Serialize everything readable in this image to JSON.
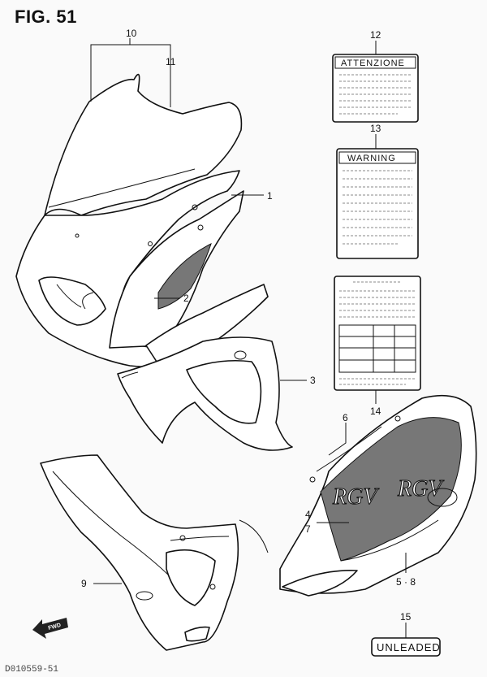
{
  "figure": {
    "title": "FIG. 51",
    "footer_code": "D010559-51"
  },
  "callouts": {
    "c1": "1",
    "c2": "2",
    "c3": "3",
    "c4": "4",
    "c7": "7",
    "c6": "6",
    "c58": "5 · 8",
    "c9": "9",
    "c10": "10",
    "c11": "11",
    "c12": "12",
    "c13": "13",
    "c14": "14",
    "c15": "15"
  },
  "labels": {
    "attenzione": "ATTENZIONE",
    "warning": "WARNING",
    "unleaded": "UNLEADED",
    "fwd": "FWD",
    "decal_left": "RGV",
    "decal_right": "RGV"
  }
}
